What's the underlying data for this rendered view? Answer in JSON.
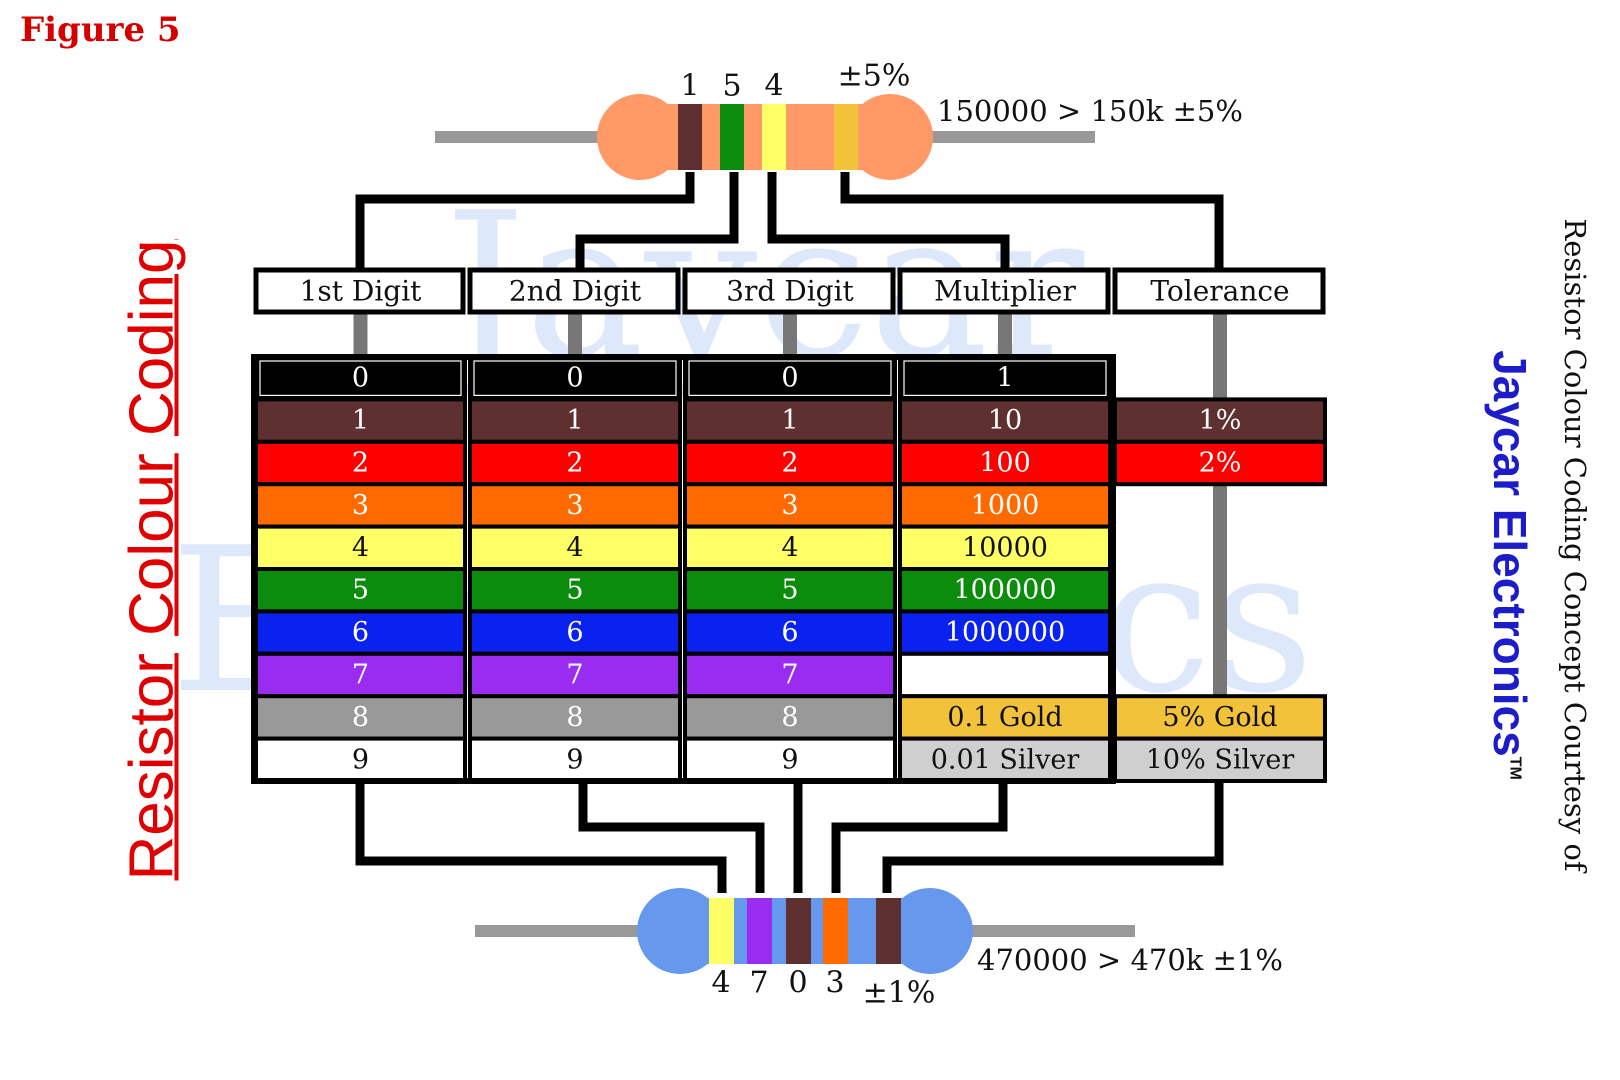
{
  "figure_label": "Figure 5",
  "title_parts": [
    "Resistor",
    "Colour",
    "Coding"
  ],
  "credit": "Resistor Colour Coding Concept Courtesy of",
  "brand": "Jaycar Electronics",
  "brand_tm": "TM",
  "watermark_lines": [
    "Jaycar",
    "Electronics"
  ],
  "headers": [
    "1st Digit",
    "2nd Digit",
    "3rd Digit",
    "Multiplier",
    "Tolerance"
  ],
  "bands": [
    {
      "color": "black",
      "hex": "#000000",
      "text_hex": "#ffffff",
      "digit": "0",
      "multiplier": "1"
    },
    {
      "color": "brown",
      "hex": "#5e3030",
      "text_hex": "#ffffff",
      "digit": "1",
      "multiplier": "10",
      "tolerance": "1%"
    },
    {
      "color": "red",
      "hex": "#ff0000",
      "text_hex": "#ffffff",
      "digit": "2",
      "multiplier": "100",
      "tolerance": "2%"
    },
    {
      "color": "orange",
      "hex": "#ff6a00",
      "text_hex": "#ffffff",
      "digit": "3",
      "multiplier": "1000"
    },
    {
      "color": "yellow",
      "hex": "#ffff66",
      "text_hex": "#111111",
      "digit": "4",
      "multiplier": "10000"
    },
    {
      "color": "green",
      "hex": "#0c8c0c",
      "text_hex": "#ffffff",
      "digit": "5",
      "multiplier": "100000"
    },
    {
      "color": "blue",
      "hex": "#0a22f0",
      "text_hex": "#ffffff",
      "digit": "6",
      "multiplier": "1000000"
    },
    {
      "color": "violet",
      "hex": "#9a2cf2",
      "text_hex": "#ffffff",
      "digit": "7"
    },
    {
      "color": "grey",
      "hex": "#999999",
      "text_hex": "#ffffff",
      "digit": "8"
    },
    {
      "color": "white",
      "hex": "#ffffff",
      "text_hex": "#111111",
      "digit": "9"
    }
  ],
  "gold": {
    "hex": "#f2c23a",
    "multiplier": "0.1 Gold",
    "tolerance": "5% Gold"
  },
  "silver": {
    "hex": "#cfcfcf",
    "multiplier": "0.01 Silver",
    "tolerance": "10% Silver"
  },
  "top_resistor": {
    "body_hex": "#ff9966",
    "lead_hex": "#999999",
    "bands": [
      "brown",
      "green",
      "yellow",
      "gold"
    ],
    "digit_labels": [
      "1",
      "5",
      "4"
    ],
    "tolerance_label": "±5%",
    "value_text": "150000 > 150k  ±5%"
  },
  "bottom_resistor": {
    "body_hex": "#6699ee",
    "lead_hex": "#999999",
    "bands": [
      "yellow",
      "violet",
      "brown",
      "orange",
      "brown"
    ],
    "digit_labels": [
      "4",
      "7",
      "0",
      "3"
    ],
    "tolerance_label": "±1%",
    "value_text": "470000 > 470k ±1%"
  }
}
